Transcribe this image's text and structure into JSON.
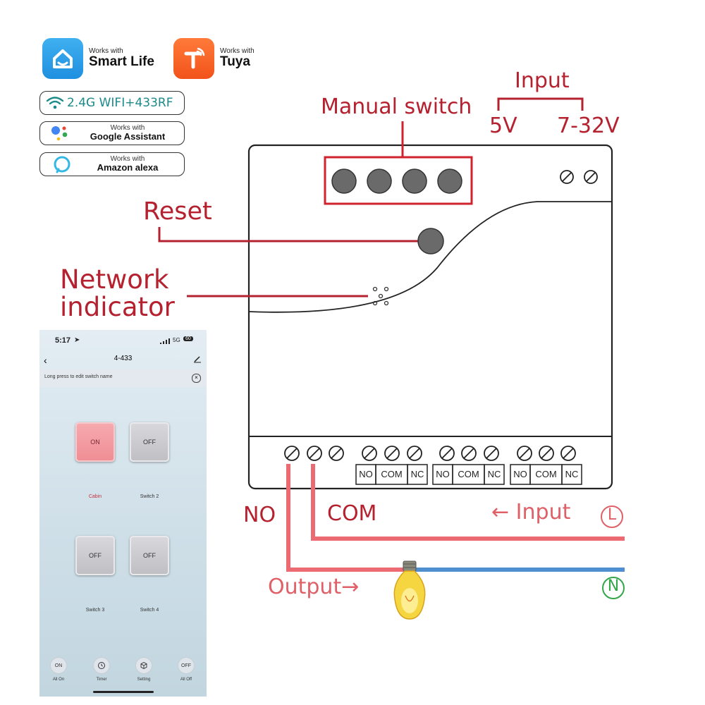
{
  "badges": {
    "smart_life": {
      "small": "Works with",
      "big": "Smart Life"
    },
    "tuya": {
      "small": "Works with",
      "big": "Tuya"
    },
    "wifi": {
      "text": "2.4G WIFI+433RF"
    },
    "google": {
      "small": "Works with",
      "big": "Google Assistant"
    },
    "alexa": {
      "small": "Works with",
      "big": "Amazon alexa"
    }
  },
  "labels": {
    "manual_switch": "Manual switch",
    "input_top": "Input",
    "v5": "5V",
    "v7_32": "7-32V",
    "reset": "Reset",
    "network_line1": "Network",
    "network_line2": "indicator",
    "no": "NO",
    "com": "COM",
    "input_arrow": "← Input",
    "l_symbol": "L",
    "n_symbol": "N",
    "output": "Output→"
  },
  "terminals": {
    "groups": [
      [
        "NO",
        "COM",
        "NC"
      ],
      [
        "NO",
        "COM",
        "NC"
      ],
      [
        "NO",
        "COM",
        "NC"
      ]
    ]
  },
  "phone": {
    "time": "5:17",
    "network": "5G",
    "battery": "60",
    "title": "4-433",
    "hint": "Long press to edit switch name",
    "switches": [
      {
        "state": "ON",
        "name": "Cabin"
      },
      {
        "state": "OFF",
        "name": "Switch 2"
      },
      {
        "state": "OFF",
        "name": "Switch 3"
      },
      {
        "state": "OFF",
        "name": "Switch 4"
      }
    ],
    "bottom": [
      {
        "icon_text": "ON",
        "label": "All On"
      },
      {
        "icon": "clock-icon",
        "label": "Timer"
      },
      {
        "icon": "cube-icon",
        "label": "Setting"
      },
      {
        "icon_text": "OFF",
        "label": "All Off"
      }
    ]
  },
  "colors": {
    "label_red": "#b5212f",
    "wire_red": "#ec6b73",
    "wire_blue": "#4f8fcf",
    "neutral_green": "#33a64a",
    "on_button": "#ef8e95"
  }
}
